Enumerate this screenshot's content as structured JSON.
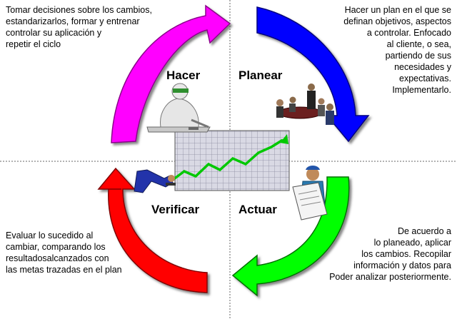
{
  "labels": {
    "hacer": "Hacer",
    "planear": "Planear",
    "verificar": "Verificar",
    "actuar": "Actuar"
  },
  "texts": {
    "top_left": "Tomar decisiones sobre los cambios,\nestandarizarlos, formar y entrenar\ncontrolar su aplicación y\nrepetir el ciclo",
    "top_right": "Hacer un plan en el que se\ndefinan objetivos, aspectos\na controlar.  Enfocado\nal cliente, o sea,\npartiendo de sus\nnecesidades y\nexpectativas.\nImplementarlo.",
    "bottom_left": "Evaluar lo sucedido al\ncambiar, comparando los\nresultadosalcanzados con\nlas metas trazadas en el plan",
    "bottom_right": "De acuerdo a\nlo planeado, aplicar\nlos cambios. Recopilar\ninformación y datos para\nPoder analizar posteriormente."
  },
  "colors": {
    "arrow_hacer": "#ff00ff",
    "arrow_planear": "#0000ff",
    "arrow_actuar": "#00ff00",
    "arrow_verificar": "#ff0000",
    "chart_line": "#00c800"
  },
  "icons": {
    "hacer": "worker-with-goggles-icon",
    "planear": "meeting-table-icon",
    "verificar": "person-bending-icon",
    "actuar": "person-reading-document-icon",
    "center": "growth-chart-icon"
  }
}
